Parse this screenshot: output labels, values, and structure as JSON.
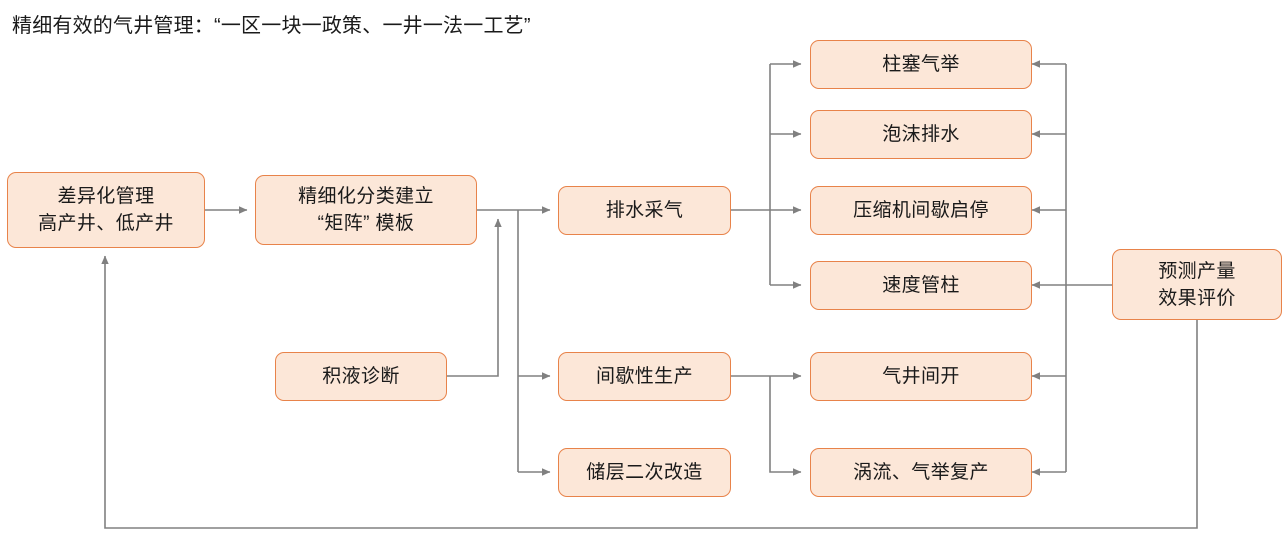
{
  "title": "精细有效的气井管理：“一区一块一政策、一井一法一工艺”",
  "theme": {
    "node_fill": "#fce7d8",
    "node_border": "#e8834a",
    "wire_color": "#808080",
    "text_color": "#1a1a1a",
    "background": "#ffffff"
  },
  "nodes": {
    "differentiated_management": "差异化管理\n高产井、低产井",
    "matrix_template": "精细化分类建立\n“矩阵” 模板",
    "liquid_loading_diagnosis": "积液诊断",
    "dewatering_gas_production": "排水采气",
    "intermittent_production": "间歇性生产",
    "reservoir_restimulation": "储层二次改造",
    "plunger_gas_lift": "柱塞气举",
    "foam_drainage": "泡沫排水",
    "compressor_intermittent": "压缩机间歇启停",
    "velocity_string": "速度管柱",
    "gas_well_intermittent_open": "气井间开",
    "vortex_gas_lift_restore": "涡流、气举复产",
    "forecast_evaluation": "预测产量\n效果评价"
  }
}
